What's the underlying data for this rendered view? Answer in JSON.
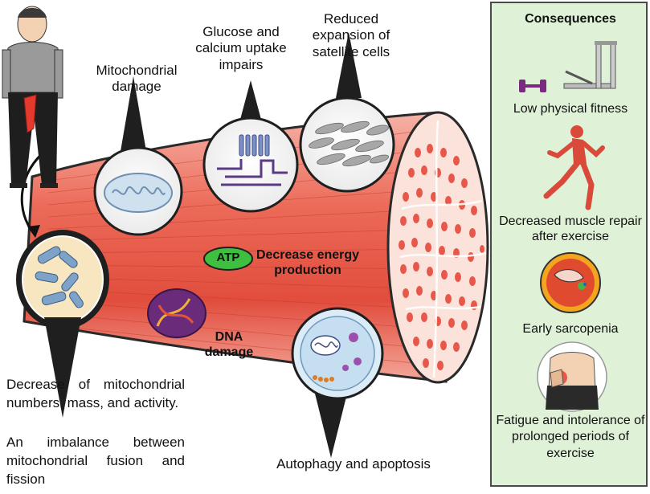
{
  "labels": {
    "mito_damage": "Mitochondrial damage",
    "glucose": "Glucose and calcium uptake impairs",
    "satellite": "Reduced expansion of satellite cells",
    "atp_badge": "ATP",
    "energy": "Decrease energy production",
    "dna": "DNA damage",
    "autophagy": "Autophagy and apoptosis",
    "decrease_line1": "Decrease of mitochondrial numbers, mass, and activity.",
    "decrease_line2": "An imbalance between mitochondrial fusion and fission"
  },
  "consequences": {
    "title": "Consequences",
    "items": [
      {
        "label": "Low physical fitness",
        "icon": "dumbbell-and-gym-machine-icon"
      },
      {
        "label": "Decreased muscle repair after exercise",
        "icon": "running-muscle-figure-icon"
      },
      {
        "label": "Early sarcopenia",
        "icon": "muscle-cross-section-icon"
      },
      {
        "label": "Fatigue and intolerance of prolonged periods of exercise",
        "icon": "fatigue-torso-icon"
      }
    ]
  },
  "colors": {
    "panel_bg": "#dff2d8",
    "muscle": "#e8584a",
    "muscle_light": "#f4a79a",
    "atp_green": "#3fbf3f",
    "dark_teardrop": "#2b2b2b"
  }
}
